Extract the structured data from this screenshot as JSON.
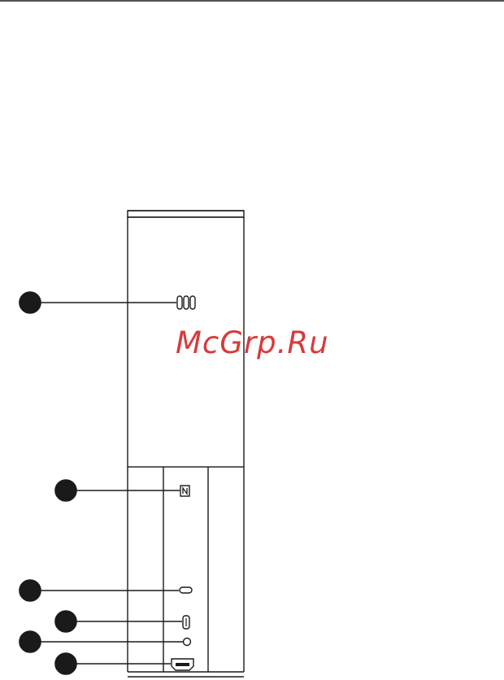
{
  "watermark": {
    "text": "McGrp.Ru",
    "color": "#d83a3a"
  },
  "colors": {
    "line": "#1a1a1a",
    "callout_dot": "#1a1a1a"
  },
  "callouts": [
    {
      "target": "speaker-grille"
    },
    {
      "target": "nfc-mark"
    },
    {
      "target": "button-slot"
    },
    {
      "target": "micro-usb-port"
    },
    {
      "target": "audio-jack"
    },
    {
      "target": "hdmi-port"
    }
  ],
  "icons": {
    "nfc": "nfc-icon",
    "usb": "micro-usb-icon",
    "hdmi": "hdmi-icon",
    "grille": "speaker-grille-icon"
  }
}
